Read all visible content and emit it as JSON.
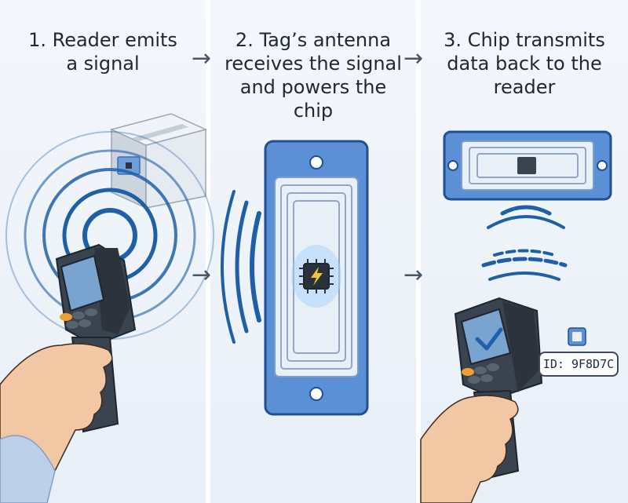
{
  "steps": [
    {
      "lines": [
        "1. Reader emits",
        "a signal"
      ]
    },
    {
      "lines": [
        "2. Tag’s antenna",
        "receives the signal",
        "and powers the",
        "chip"
      ]
    },
    {
      "lines": [
        "3. Chip transmits",
        "data back to the",
        "reader"
      ]
    }
  ],
  "arrow_glyph": "→",
  "tag_id": "ID: 9F8D7C",
  "colors": {
    "signal_blue": "#1f5fa8",
    "tag_blue": "#5b8fd6",
    "scanner_dark": "#3a4350",
    "skin": "#f1c7a4",
    "accent_orange": "#f0a030",
    "check_blue": "#2060b0"
  }
}
